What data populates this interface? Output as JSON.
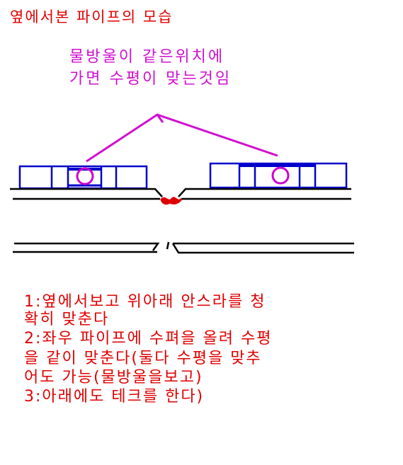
{
  "title": "옆에서본 파이프의 모습",
  "annotation": {
    "line1": "물방울이 같은위치에",
    "line2": "가면 수평이 맞는것임"
  },
  "steps": {
    "step1_line1": "1:옆에서보고 위아래 안스라를 청",
    "step1_line2": "확히 맞춘다",
    "step2_line1": "2:좌우 파이프에 수펴을 올려 수평",
    "step2_line2": "을 같이 맞춘다(둘다 수평을 맞추",
    "step2_line3": "어도 가능(물방울을보고)",
    "step3_line1": "3:아래에도 테크를 한다)"
  },
  "colors": {
    "title": "#e00000",
    "annotation": "#d010d0",
    "level_outline": "#0000cc",
    "bubble": "#cc00cc",
    "joint_mark": "#dd0000",
    "pipe": "#000000"
  }
}
